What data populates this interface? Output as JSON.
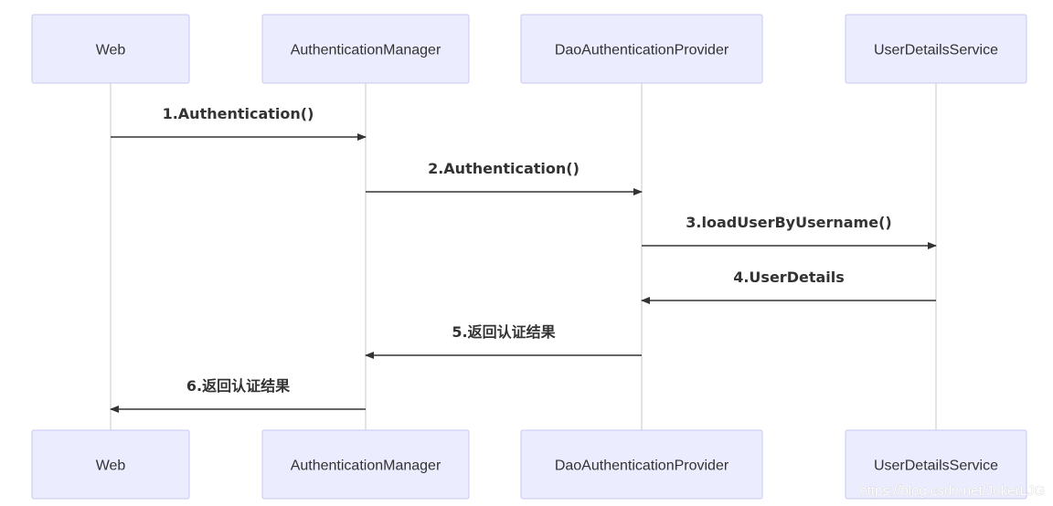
{
  "participants": [
    {
      "id": "web",
      "label": "Web"
    },
    {
      "id": "authentication-manager",
      "label": "AuthenticationManager"
    },
    {
      "id": "dao-authentication-provider",
      "label": "DaoAuthenticationProvider"
    },
    {
      "id": "user-details-service",
      "label": "UserDetailsService"
    }
  ],
  "messages": [
    {
      "from": 0,
      "to": 1,
      "label": "1.Authentication()"
    },
    {
      "from": 1,
      "to": 2,
      "label": "2.Authentication()"
    },
    {
      "from": 2,
      "to": 3,
      "label": "3.loadUserByUsername()"
    },
    {
      "from": 3,
      "to": 2,
      "label": "4.UserDetails"
    },
    {
      "from": 2,
      "to": 1,
      "label": "5.返回认证结果"
    },
    {
      "from": 1,
      "to": 0,
      "label": "6.返回认证结果"
    }
  ],
  "watermark": "https://blog.csdn.net/JokerLJG",
  "colors": {
    "actor_fill": "#ececff",
    "actor_border": "#c9c9f0",
    "lifeline": "#c8c8c8",
    "message": "#333333"
  }
}
